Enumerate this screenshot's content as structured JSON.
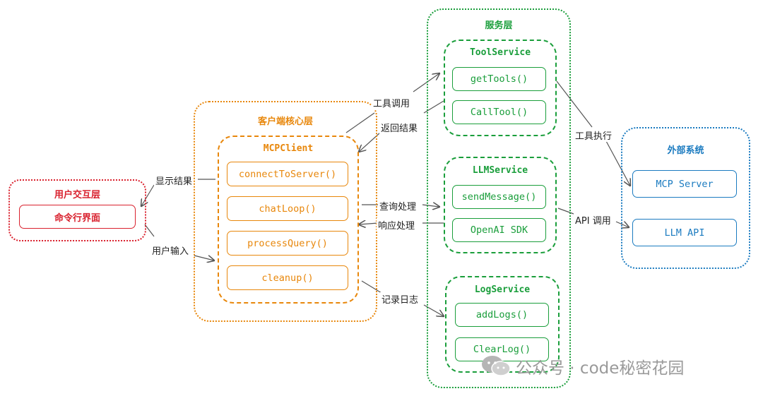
{
  "colors": {
    "user": "#d9212e",
    "client": "#e8870b",
    "service": "#1a9e3b",
    "external": "#1b7bc0",
    "arrow": "#555555"
  },
  "groups": {
    "user": {
      "title": "用户交互层",
      "nodes": [
        "命令行界面"
      ]
    },
    "client": {
      "title": "客户端核心层",
      "inner_title": "MCPClient",
      "nodes": [
        "connectToServer()",
        "chatLoop()",
        "processQuery()",
        "cleanup()"
      ]
    },
    "service": {
      "title": "服务层",
      "tool": {
        "title": "ToolService",
        "nodes": [
          "getTools()",
          "CallTool()"
        ]
      },
      "llm": {
        "title": "LLMService",
        "nodes": [
          "sendMessage()",
          "OpenAI SDK"
        ]
      },
      "log": {
        "title": "LogService",
        "nodes": [
          "addLogs()",
          "ClearLog()"
        ]
      }
    },
    "external": {
      "title": "外部系统",
      "nodes": [
        "MCP Server",
        "LLM API"
      ]
    }
  },
  "edge_labels": {
    "display_result": "显示结果",
    "user_input": "用户输入",
    "tool_call": "工具调用",
    "return_result": "返回结果",
    "query_process": "查询处理",
    "response_process": "响应处理",
    "record_log": "记录日志",
    "tool_exec": "工具执行",
    "api_call": "API 调用"
  },
  "watermark": "公众号 · code秘密花园"
}
